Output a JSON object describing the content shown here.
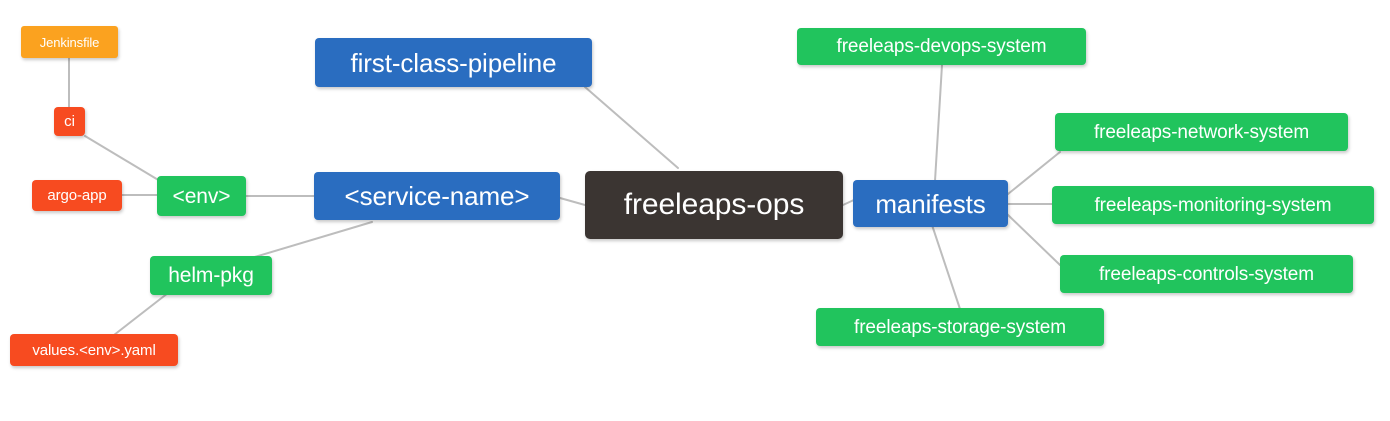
{
  "diagram": {
    "type": "mindmap",
    "title": "freeleaps-ops",
    "background": "#ffffff",
    "edge_color": "#bdbdbd",
    "palette": {
      "root": "#3b3532",
      "blue": "#2a6dc0",
      "green": "#21c45d",
      "red": "#f74b20",
      "orange": "#fba21f",
      "text": "#ffffff"
    }
  },
  "nodes": [
    {
      "id": "freeleaps-ops",
      "label": "freeleaps-ops",
      "color": "root",
      "level": 0
    },
    {
      "id": "service-name",
      "label": "<service-name>",
      "color": "blue",
      "level": 1
    },
    {
      "id": "manifests",
      "label": "manifests",
      "color": "blue",
      "level": 1
    },
    {
      "id": "first-class-pipeline",
      "label": "first-class-pipeline",
      "color": "blue",
      "level": 1
    },
    {
      "id": "env",
      "label": "<env>",
      "color": "green",
      "level": 2
    },
    {
      "id": "helm-pkg",
      "label": "helm-pkg",
      "color": "green",
      "level": 2
    },
    {
      "id": "ci",
      "label": "ci",
      "color": "red",
      "level": 3
    },
    {
      "id": "argo-app",
      "label": "argo-app",
      "color": "red",
      "level": 3
    },
    {
      "id": "jenkinsfile",
      "label": "Jenkinsfile",
      "color": "orange",
      "level": 4
    },
    {
      "id": "values-env-yaml",
      "label": "values.<env>.yaml",
      "color": "red",
      "level": 3
    },
    {
      "id": "freeleaps-devops-system",
      "label": "freeleaps-devops-system",
      "color": "green",
      "level": 2
    },
    {
      "id": "freeleaps-network-system",
      "label": "freeleaps-network-system",
      "color": "green",
      "level": 2
    },
    {
      "id": "freeleaps-monitoring-system",
      "label": "freeleaps-monitoring-system",
      "color": "green",
      "level": 2
    },
    {
      "id": "freeleaps-controls-system",
      "label": "freeleaps-controls-system",
      "color": "green",
      "level": 2
    },
    {
      "id": "freeleaps-storage-system",
      "label": "freeleaps-storage-system",
      "color": "green",
      "level": 2
    }
  ],
  "edges": [
    {
      "from": "freeleaps-ops",
      "to": "service-name"
    },
    {
      "from": "freeleaps-ops",
      "to": "manifests"
    },
    {
      "from": "freeleaps-ops",
      "to": "first-class-pipeline"
    },
    {
      "from": "service-name",
      "to": "env"
    },
    {
      "from": "service-name",
      "to": "helm-pkg"
    },
    {
      "from": "env",
      "to": "ci"
    },
    {
      "from": "env",
      "to": "argo-app"
    },
    {
      "from": "ci",
      "to": "jenkinsfile"
    },
    {
      "from": "helm-pkg",
      "to": "values-env-yaml"
    },
    {
      "from": "manifests",
      "to": "freeleaps-devops-system"
    },
    {
      "from": "manifests",
      "to": "freeleaps-network-system"
    },
    {
      "from": "manifests",
      "to": "freeleaps-monitoring-system"
    },
    {
      "from": "manifests",
      "to": "freeleaps-controls-system"
    },
    {
      "from": "manifests",
      "to": "freeleaps-storage-system"
    }
  ]
}
